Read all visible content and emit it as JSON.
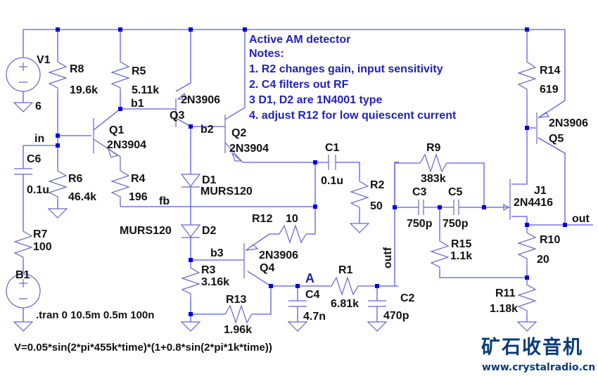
{
  "title": "Active AM detector",
  "notes": {
    "heading": "Notes:",
    "lines": [
      "1. R2 changes gain, input sensitivity",
      "2. C4 filters out RF",
      "3  D1, D2 are 1N4001 type",
      "4. adjust R12 for low quiescent current"
    ]
  },
  "components": {
    "V1": {
      "name": "V1",
      "value": "6"
    },
    "B1": {
      "name": "B1",
      "expression": "V=0.05*sin(2*pi*455k*time)*(1+0.8*sin(2*pi*1k*time))"
    },
    "R1": {
      "name": "R1",
      "value": "6.81k"
    },
    "R2": {
      "name": "R2",
      "value": "50"
    },
    "R3": {
      "name": "R3",
      "value": "3.16k"
    },
    "R4": {
      "name": "R4",
      "value": "196"
    },
    "R5": {
      "name": "R5",
      "value": "5.11k"
    },
    "R6": {
      "name": "R6",
      "value": "46.4k"
    },
    "R7": {
      "name": "R7",
      "value": "100"
    },
    "R8": {
      "name": "R8",
      "value": "19.6k"
    },
    "R9": {
      "name": "R9",
      "value": "383k"
    },
    "R10": {
      "name": "R10",
      "value": "20"
    },
    "R11": {
      "name": "R11",
      "value": "1.18k"
    },
    "R12": {
      "name": "R12",
      "value": "10"
    },
    "R13": {
      "name": "R13",
      "value": "1.96k"
    },
    "R14": {
      "name": "R14",
      "value": "619"
    },
    "R15": {
      "name": "R15",
      "value": "1.1k"
    },
    "C1": {
      "name": "C1",
      "value": "0.1u"
    },
    "C2": {
      "name": "C2",
      "value": "470p"
    },
    "C3": {
      "name": "C3",
      "value": "750p"
    },
    "C4": {
      "name": "C4",
      "value": "4.7n"
    },
    "C5": {
      "name": "C5",
      "value": "750p"
    },
    "C6": {
      "name": "C6",
      "value": "0.1u"
    },
    "D1": {
      "name": "D1",
      "value": "MURS120"
    },
    "D2": {
      "name": "D2",
      "value": "MURS120"
    },
    "Q1": {
      "name": "Q1",
      "value": "2N3904"
    },
    "Q2": {
      "name": "Q2",
      "value": "2N3904"
    },
    "Q3": {
      "name": "Q3",
      "value": "2N3906"
    },
    "Q4": {
      "name": "Q4",
      "value": "2N3906"
    },
    "Q5": {
      "name": "Q5",
      "value": "2N3906"
    },
    "J1": {
      "name": "J1",
      "value": "2N4416"
    }
  },
  "net_labels": {
    "in": "in",
    "b1": "b1",
    "b2": "b2",
    "b3": "b3",
    "fb": "fb",
    "outf": "outf",
    "out": "out",
    "A": "A"
  },
  "spice_directive": ".tran 0 10.5m 0.5m 100n",
  "watermark": {
    "chinese": "矿石收音机",
    "url": "www.crystalradio.cn"
  }
}
